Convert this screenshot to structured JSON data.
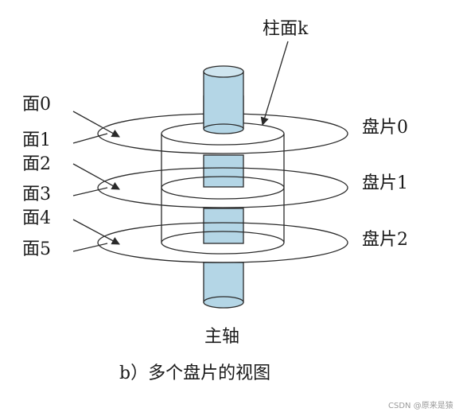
{
  "diagram": {
    "cylinder_label": "柱面k",
    "surface_labels": [
      "面0",
      "面1",
      "面2",
      "面3",
      "面4",
      "面5"
    ],
    "platter_labels": [
      "盘片0",
      "盘片1",
      "盘片2"
    ],
    "spindle_label": "主轴",
    "caption": "b）多个盘片的视图",
    "watermark": "CSDN @原来是猿",
    "colors": {
      "spindle_fill": "#b4d6e6",
      "stroke": "#2a2a2a",
      "text": "#1a1a1a"
    }
  }
}
